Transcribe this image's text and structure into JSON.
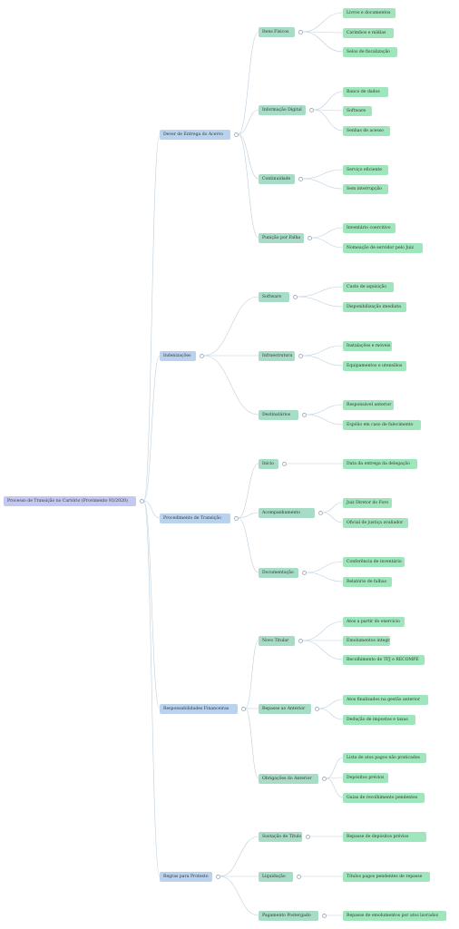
{
  "root": {
    "label": "Processo de Transição no Cartório (Provimento 93/2020)",
    "children": [
      {
        "label": "Dever de Entrega do Acervo",
        "children": [
          {
            "label": "Itens Físicos",
            "children": [
              "Livros e documentos",
              "Carimbos e mídias",
              "Selos de fiscalização"
            ]
          },
          {
            "label": "Informação Digital",
            "children": [
              "Banco de dados",
              "Software",
              "Senhas de acesso"
            ]
          },
          {
            "label": "Continuidade",
            "children": [
              "Serviço eficiente",
              "Sem interrupção"
            ]
          },
          {
            "label": "Punição por Falha",
            "children": [
              "Inventário coercitivo",
              "Nomeação de servidor pelo Juiz"
            ]
          }
        ]
      },
      {
        "label": "Indenizações",
        "children": [
          {
            "label": "Software",
            "children": [
              "Custo de aquisição",
              "Disponibilização imediata"
            ]
          },
          {
            "label": "Infraestrutura",
            "children": [
              "Instalações e móveis",
              "Equipamentos e utensílios"
            ]
          },
          {
            "label": "Destinatários",
            "children": [
              "Responsável anterior",
              "Espólio em caso de falecimento"
            ]
          }
        ]
      },
      {
        "label": "Procedimento de Transição",
        "children": [
          {
            "label": "Início",
            "children": [
              "Data da entrega da delegação"
            ]
          },
          {
            "label": "Acompanhamento",
            "children": [
              "Juiz Diretor do Foro",
              "Oficial de justiça avaliador"
            ]
          },
          {
            "label": "Documentação",
            "children": [
              "Conferência de inventário",
              "Relatório de falhas"
            ]
          }
        ]
      },
      {
        "label": "Responsabilidades Financeiras",
        "children": [
          {
            "label": "Novo Titular",
            "children": [
              "Atos a partir do exercício",
              "Emolumentos integrais",
              "Recolhimento de TFJ e RECOMPE"
            ]
          },
          {
            "label": "Repasse ao Anterior",
            "children": [
              "Atos finalizados na gestão anterior",
              "Dedução de impostos e taxas"
            ]
          },
          {
            "label": "Obrigações do Anterior",
            "children": [
              "Lista de atos pagos não praticados",
              "Depósitos prévios",
              "Guias de recolhimento pendentes"
            ]
          }
        ]
      },
      {
        "label": "Regras para Protesto",
        "children": [
          {
            "label": "Sustação de Título",
            "children": [
              "Repasse de depósitos prévios"
            ]
          },
          {
            "label": "Liquidação",
            "children": [
              "Títulos pagos pendentes de repasse"
            ]
          },
          {
            "label": "Pagamento Postergado",
            "children": [
              "Repasse de emolumentos por atos lavrados"
            ]
          }
        ]
      }
    ]
  }
}
